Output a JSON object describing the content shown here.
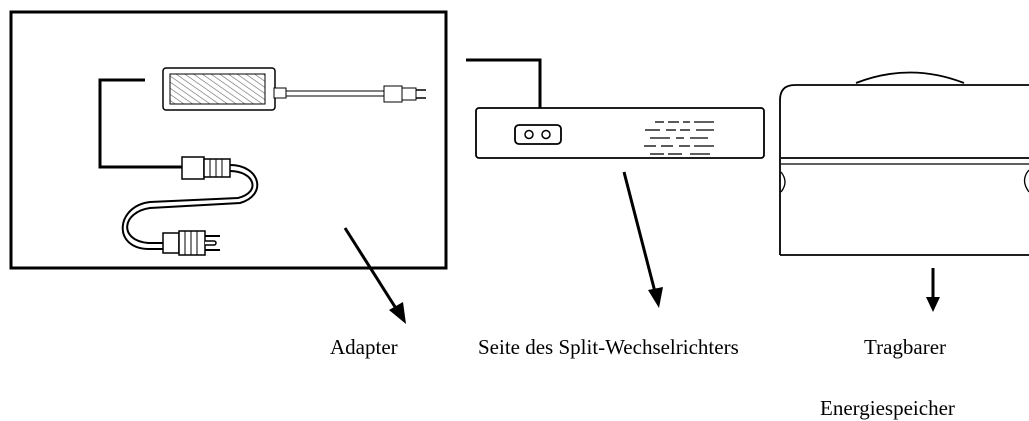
{
  "labels": {
    "adapter": "Adapter",
    "inverter_side": "Seite des Split-Wechselrichters",
    "storage_line1": "Tragbarer",
    "storage_line2": "Energiespeicher"
  },
  "colors": {
    "stroke": "#000000",
    "background": "#ffffff",
    "hatch": "#555555"
  }
}
